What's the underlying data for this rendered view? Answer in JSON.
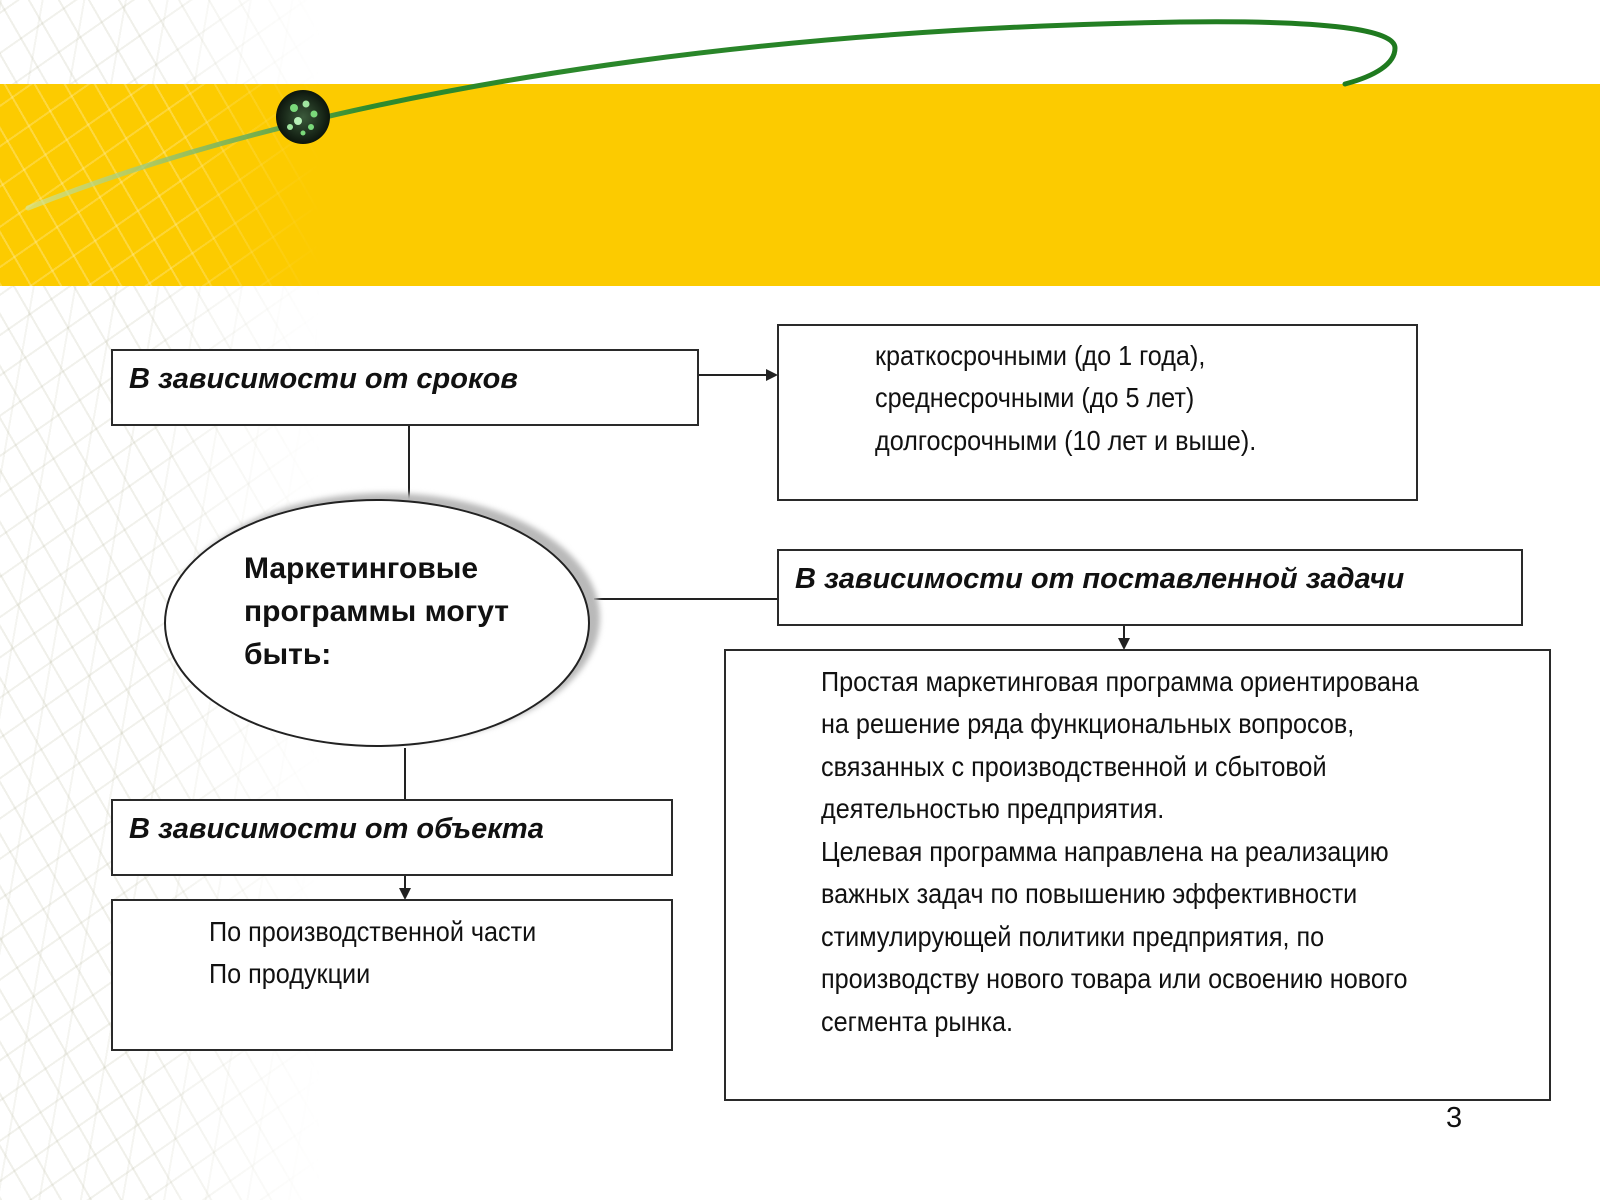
{
  "slide": {
    "colors": {
      "band": "#fccb00",
      "arc": "#2e8b2e",
      "border": "#2a2a2a"
    },
    "center": {
      "lines": [
        "Маркетинговые",
        "программы могут",
        "быть:"
      ]
    },
    "terms": {
      "heading": "В зависимости от сроков",
      "lines": [
        "краткосрочными (до 1 года),",
        "среднесрочными (до 5 лет)",
        "долгосрочными (10 лет и выше)."
      ]
    },
    "task": {
      "heading": "В зависимости от поставленной задачи",
      "lines": [
        "Простая маркетинговая программа ориентирована",
        "на решение ряда функциональных вопросов,",
        "связанных с производственной и сбытовой",
        "деятельностью предприятия.",
        "Целевая программа направлена на реализацию",
        "важных задач по повышению эффективности",
        "стимулирующей политики предприятия, по",
        "производству нового товара или освоению нового",
        "сегмента рынка."
      ]
    },
    "object": {
      "heading": "В зависимости от объекта",
      "lines": [
        "По производственной части",
        "По продукции"
      ]
    },
    "page_number": "3"
  }
}
